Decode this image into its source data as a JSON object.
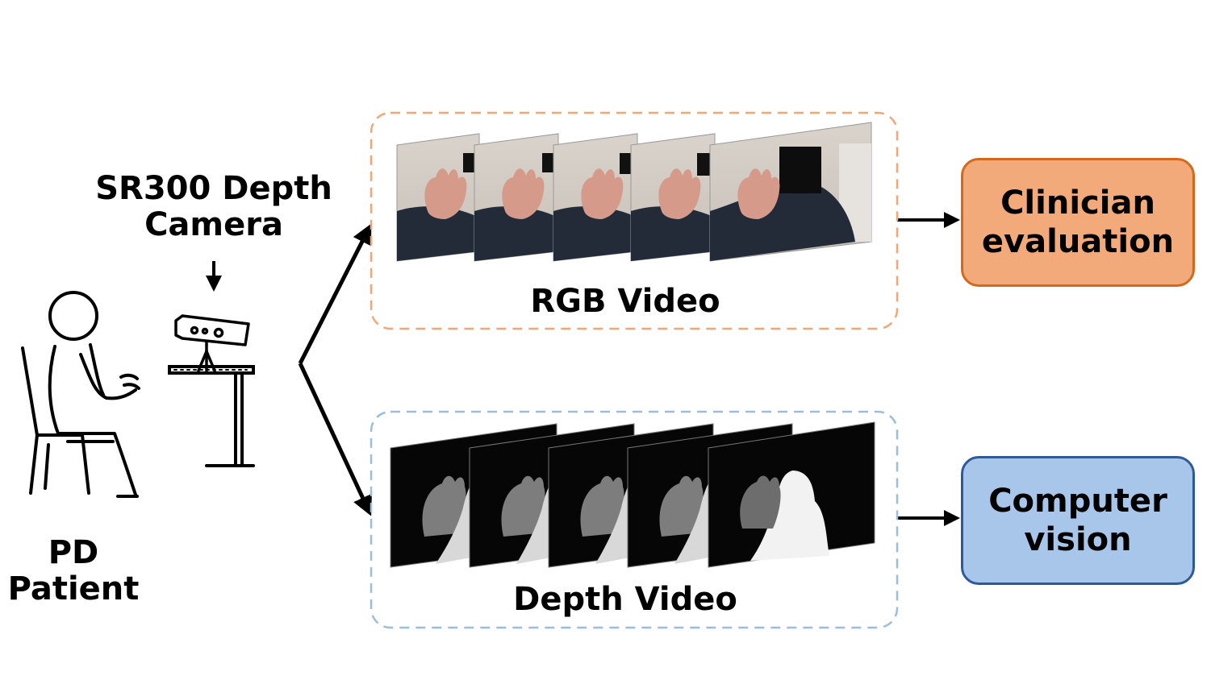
{
  "camera": {
    "label_line1": "SR300 Depth",
    "label_line2": "Camera"
  },
  "patient": {
    "label_line1": "PD",
    "label_line2": "Patient"
  },
  "rgb": {
    "label": "RGB Video",
    "frame_count": 5,
    "border_color": "#f0a878"
  },
  "depth": {
    "label": "Depth Video",
    "frame_count": 5,
    "border_color": "#9bbedc"
  },
  "outputs": {
    "clinician": {
      "line1": "Clinician",
      "line2": "evaluation",
      "fill": "#f3aa7b",
      "border": "#d4691e"
    },
    "computer_vision": {
      "line1": "Computer",
      "line2": "vision",
      "fill": "#a7c6ea",
      "border": "#2e5a9a"
    }
  },
  "icons": [
    "seated-patient-icon",
    "depth-camera-icon",
    "table-icon",
    "arrow-icon"
  ]
}
